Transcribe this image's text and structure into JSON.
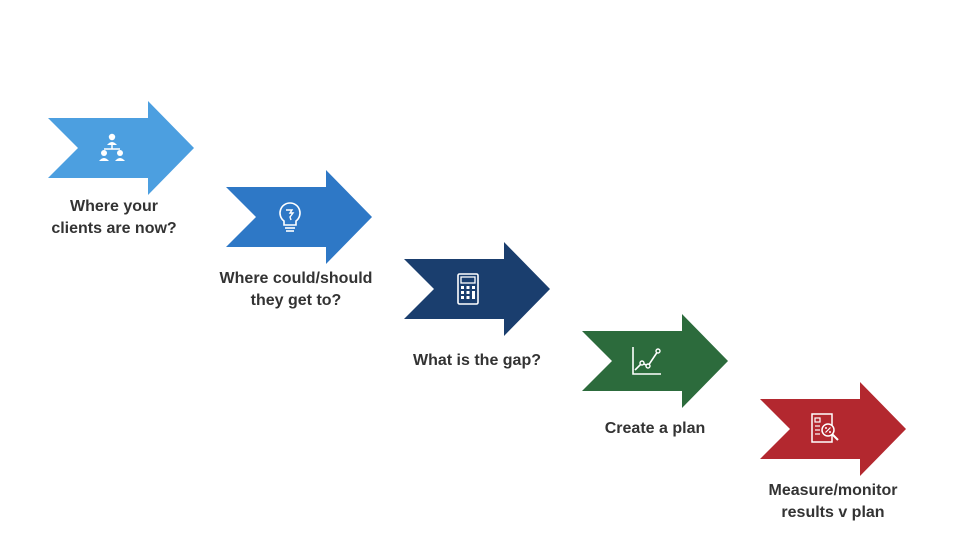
{
  "steps": [
    {
      "label_line1": "Where your",
      "label_line2": "clients are now?",
      "color": "#4C9FE0",
      "icon": "people-network-icon"
    },
    {
      "label_line1": "Where could/should",
      "label_line2": "they get to?",
      "color": "#2E78C6",
      "icon": "lightbulb-icon"
    },
    {
      "label_line1": "What is the gap?",
      "label_line2": "",
      "color": "#1A3E6E",
      "icon": "calculator-icon"
    },
    {
      "label_line1": "Create a plan",
      "label_line2": "",
      "color": "#2C6B3C",
      "icon": "line-chart-icon"
    },
    {
      "label_line1": "Measure/monitor",
      "label_line2": "results v plan",
      "color": "#B3282F",
      "icon": "document-percent-search-icon"
    }
  ]
}
